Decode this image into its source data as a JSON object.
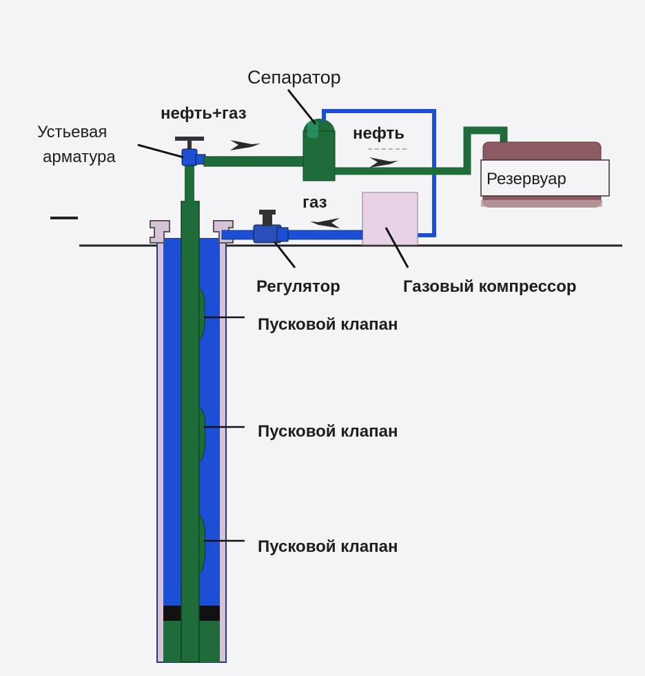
{
  "labels": {
    "separator": "Сепаратор",
    "oil_gas": "нефть+газ",
    "oil": "нефть",
    "wellhead_line1": "Устьевая",
    "wellhead_line2": "арматура",
    "reservoir": "Резервуар",
    "gas": "газ",
    "regulator": "Регулятор",
    "gas_compressor": "Газовый компрессор",
    "valve_1": "Пусковой клапан",
    "valve_2": "Пусковой клапан",
    "valve_3": "Пусковой клапан"
  },
  "colors": {
    "background": "#f4f4f6",
    "tubing_green": "#1f6b3a",
    "casing_blue": "#1c4fd6",
    "casing_outline": "#243b7a",
    "annulus_pink": "#d6c3d8",
    "compressor_pink": "#e8d3e6",
    "reservoir_brown": "#8c5a60",
    "packer_black": "#111111",
    "ground_line": "#222222"
  }
}
